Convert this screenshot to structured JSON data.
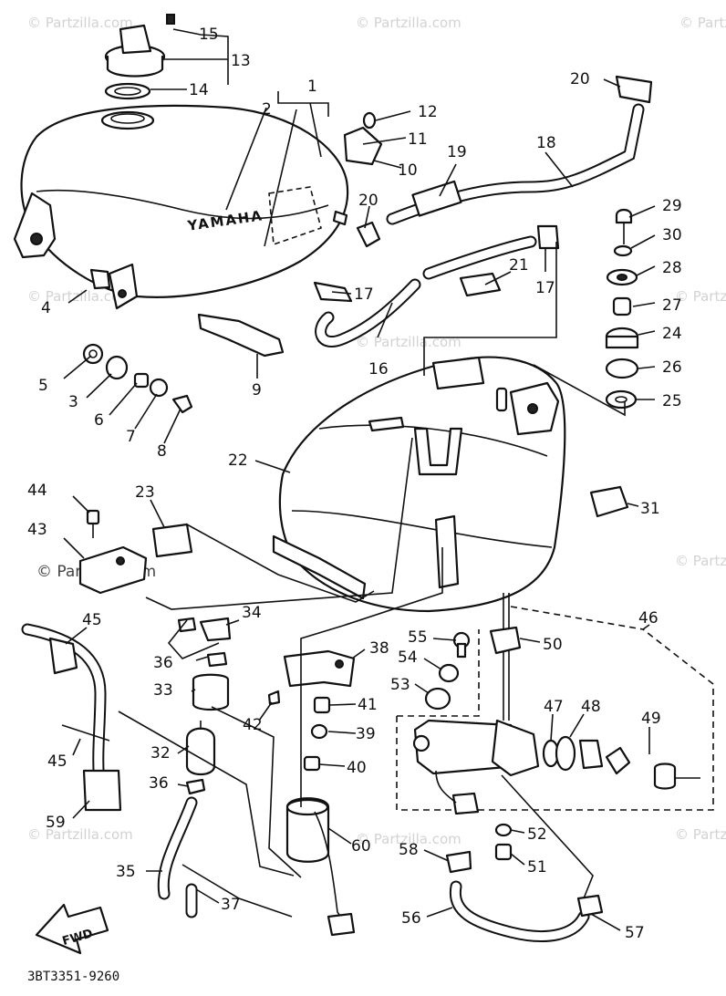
{
  "diagram": {
    "code": "3BT3351-9260",
    "fwd_label": "FWD",
    "tank_brand": "YAMAHA",
    "watermark_text": "© Partzilla.com"
  },
  "callouts": [
    "1",
    "2",
    "3",
    "4",
    "5",
    "6",
    "7",
    "8",
    "9",
    "10",
    "11",
    "12",
    "13",
    "14",
    "15",
    "16",
    "17",
    "17",
    "18",
    "19",
    "20",
    "20",
    "21",
    "22",
    "23",
    "24",
    "25",
    "26",
    "27",
    "28",
    "29",
    "30",
    "31",
    "32",
    "33",
    "34",
    "35",
    "36",
    "36",
    "37",
    "38",
    "39",
    "40",
    "41",
    "42",
    "43",
    "44",
    "45",
    "45",
    "46",
    "47",
    "48",
    "49",
    "50",
    "51",
    "52",
    "53",
    "54",
    "55",
    "56",
    "57",
    "58",
    "59",
    "60"
  ]
}
